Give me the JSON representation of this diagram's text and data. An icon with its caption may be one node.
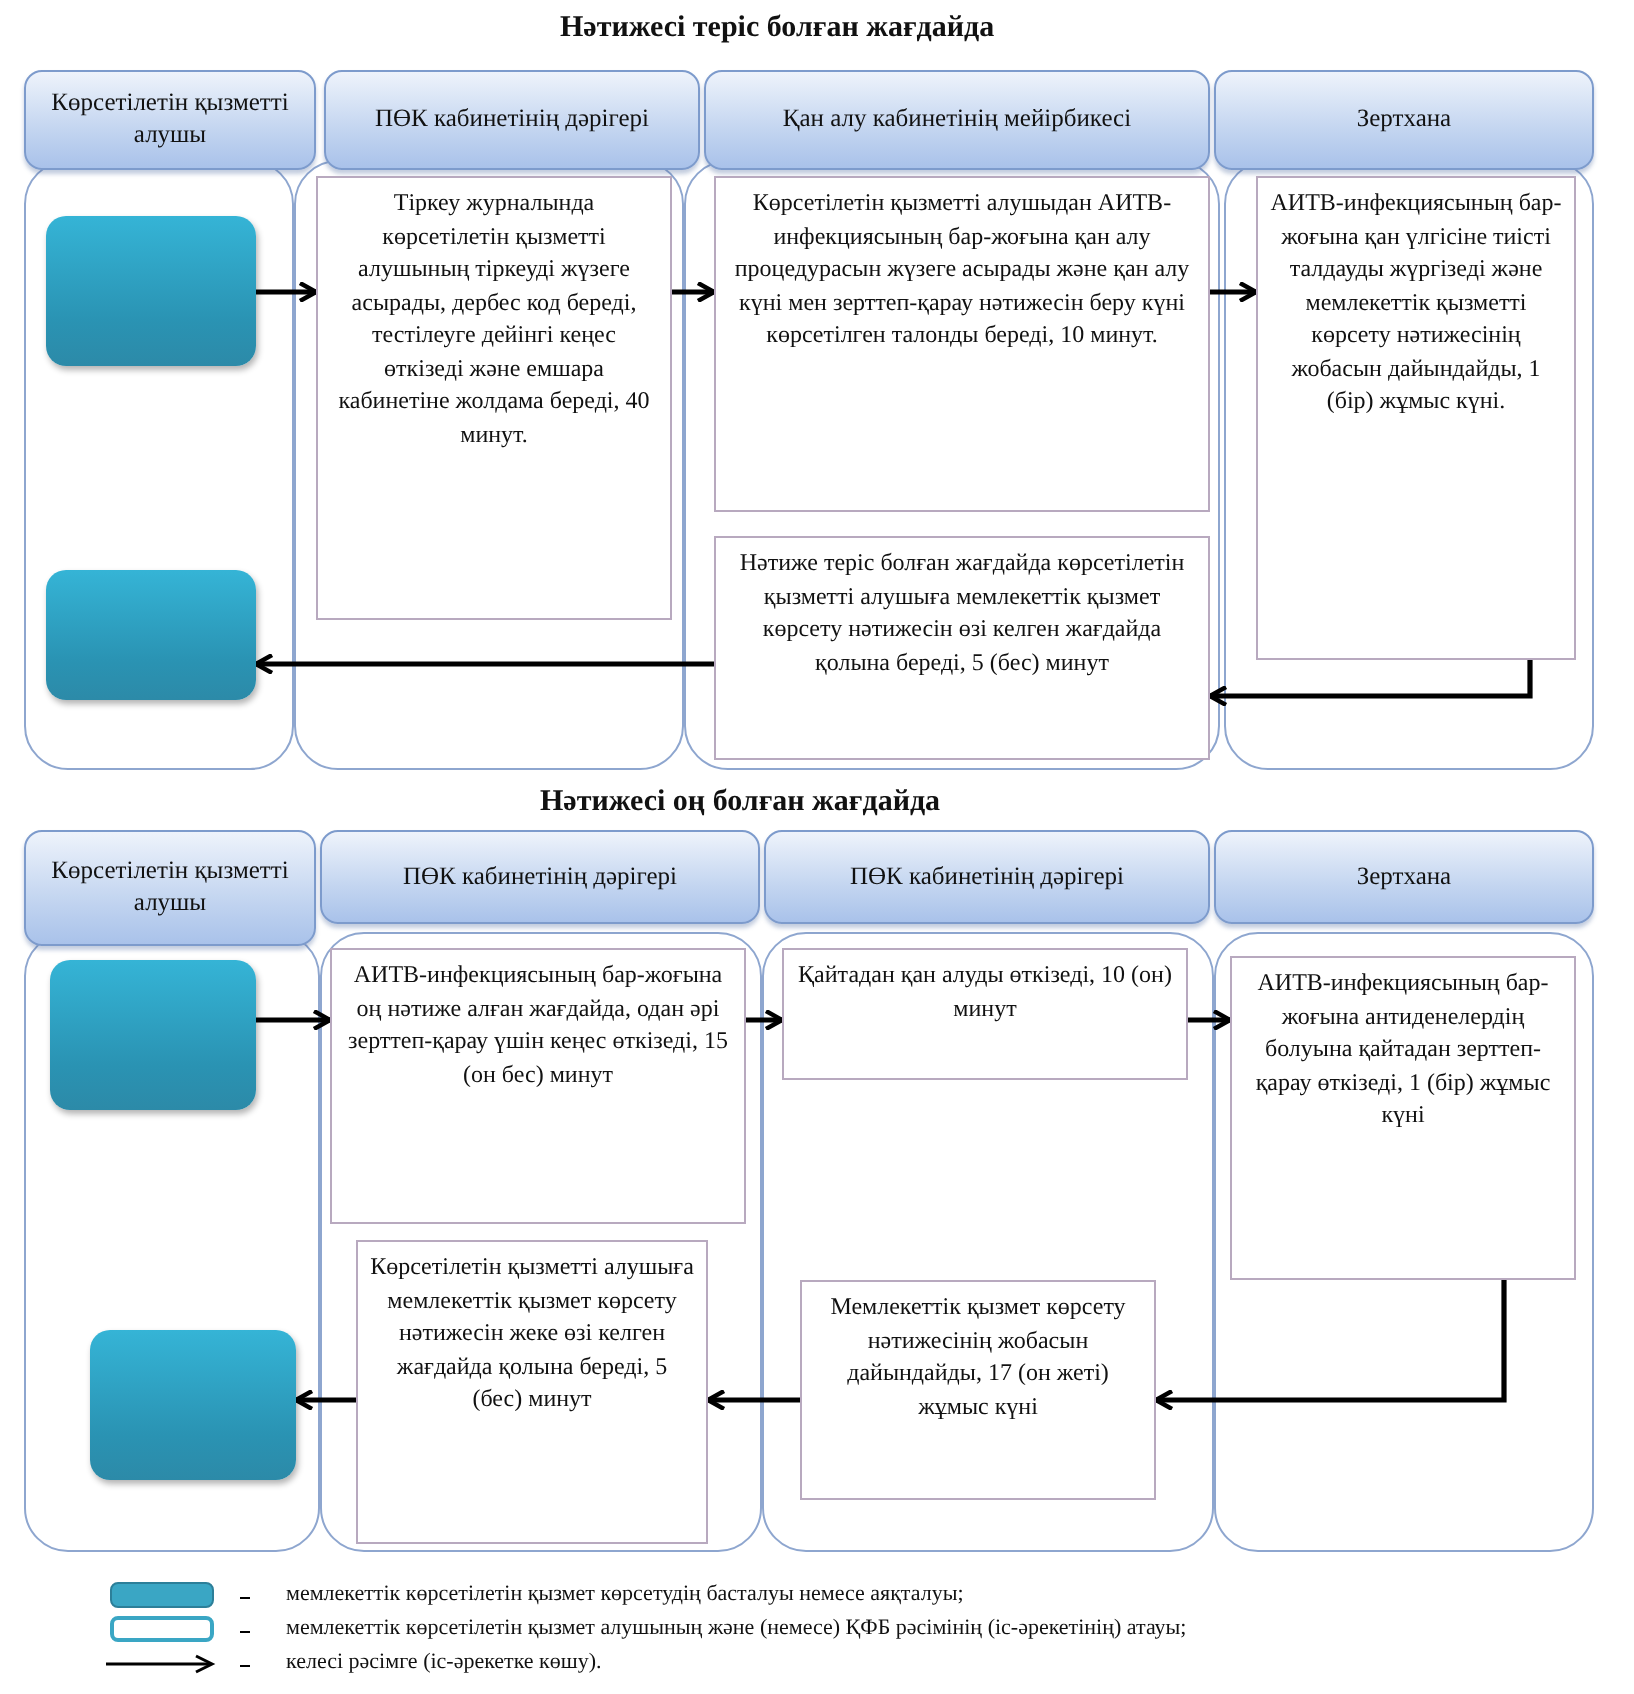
{
  "diagram": {
    "nodes": [
      {
        "text": [
          "Көрсетілетін қызметті алушы"
        ]
      },
      {
        "text": [
          "ПӨК кабинетінің дәрігері"
        ]
      },
      {
        "text": [
          "Қан алу кабинетінің мейірбикесі"
        ]
      },
      {
        "text": [
          "Зертхана"
        ]
      },
      {
        "text": [],
        "shape": "box"
      },
      {
        "text": [
          "Тіркеу журналында көрсетілетін қызметті алушының тіркеуді жүзеге асырады, дербес код береді, тестілеуге дейінгі кеңес өткізеді және емшара кабинетіне жолдама береді, 40 минут."
        ]
      },
      {
        "text": [
          "Көрсетілетін қызметті алушыдан АИТВ-инфекциясының бар-жоғына қан алу процедурасын жүзеге асырады және қан алу күні мен зерттеп-қарау нәтижесін беру күні көрсетілген талонды береді, 10 минут."
        ]
      },
      {
        "text": [
          "АИТВ-инфекциясының бар-жоғына қан үлгісіне тиісті талдауды жүргізеді және мемлекеттік қызметті көрсету нәтижесінің жобасын дайындайды, 1 (бір) жұмыс күні."
        ]
      },
      {
        "text": [
          "Нәтиже теріс болған жағдайда көрсетілетін қызметті алушыға мемлекеттік қызмет көрсету нәтижесін өзі келген жағдайда қолына береді, 5 (бес) минут"
        ]
      },
      {
        "text": [],
        "shape": "box"
      },
      {
        "text": [
          "Көрсетілетін қызметті алушы"
        ]
      },
      {
        "text": [
          "ПӨК кабинетінің дәрігері"
        ]
      },
      {
        "text": [
          "ПӨК кабинетінің дәрігері"
        ]
      },
      {
        "text": [
          "Зертхана"
        ]
      },
      {
        "text": [],
        "shape": "box"
      },
      {
        "text": [
          "АИТВ-инфекциясының бар-жоғына оң нәтиже алған жағдайда, одан әрі зерттеп-қарау үшін кеңес өткізеді, 15 (он бес) минут"
        ]
      },
      {
        "text": [
          "Қайтадан қан алуды өткізеді, 10 (он) минут"
        ]
      },
      {
        "text": [
          "АИТВ-инфекциясының бар-жоғына антиденелердің болуына қайтадан зерттеп-қарау өткізеді, 1 (бір) жұмыс күні"
        ]
      },
      {
        "text": [],
        "shape": "box"
      },
      {
        "text": [
          "Көрсетілетін қызметті алушыға мемлекеттік қызмет көрсету нәтижесін жеке өзі келген жағдайда қолына береді, 5 (бес) минут"
        ]
      },
      {
        "text": [
          "Мемлекеттік қызмет көрсету нәтижесінің жобасын дайындайды, 17 (он жеті) жұмыс күні"
        ]
      }
    ],
    "edges": [
      {
        "from": 4,
        "to": 5,
        "arrow": "to"
      },
      {
        "from": 5,
        "to": 6,
        "arrow": "to"
      },
      {
        "from": 6,
        "to": 7,
        "arrow": "to"
      },
      {
        "from": 7,
        "to": 8,
        "arrow": "to"
      },
      {
        "from": 8,
        "to": 9,
        "arrow": "to"
      },
      {
        "from": 14,
        "to": 15,
        "arrow": "to"
      },
      {
        "from": 15,
        "to": 16,
        "arrow": "to"
      },
      {
        "from": 16,
        "to": 17,
        "arrow": "to"
      },
      {
        "from": 17,
        "to": 20,
        "arrow": "to"
      },
      {
        "from": 20,
        "to": 19,
        "arrow": "to"
      },
      {
        "from": 19,
        "to": 18,
        "arrow": "to"
      }
    ],
    "labels": [
      "Нәтижесі теріс болған жағдайда",
      "Нәтижесі оң болған жағдайда"
    ],
    "legend": [
      {
        "text": "мемлекеттік көрсетілетін қызмет көрсетудің басталуы немесе аяқталуы;",
        "color": "#3aa6c4"
      },
      {
        "text": "мемлекеттік көрсетілетін қызмет алушының және (немесе) ҚФБ рәсімінің (іс-әрекетінің) атауы;"
      },
      {
        "text": "келесі рәсімге (іс-әрекетке көшу)."
      }
    ]
  }
}
